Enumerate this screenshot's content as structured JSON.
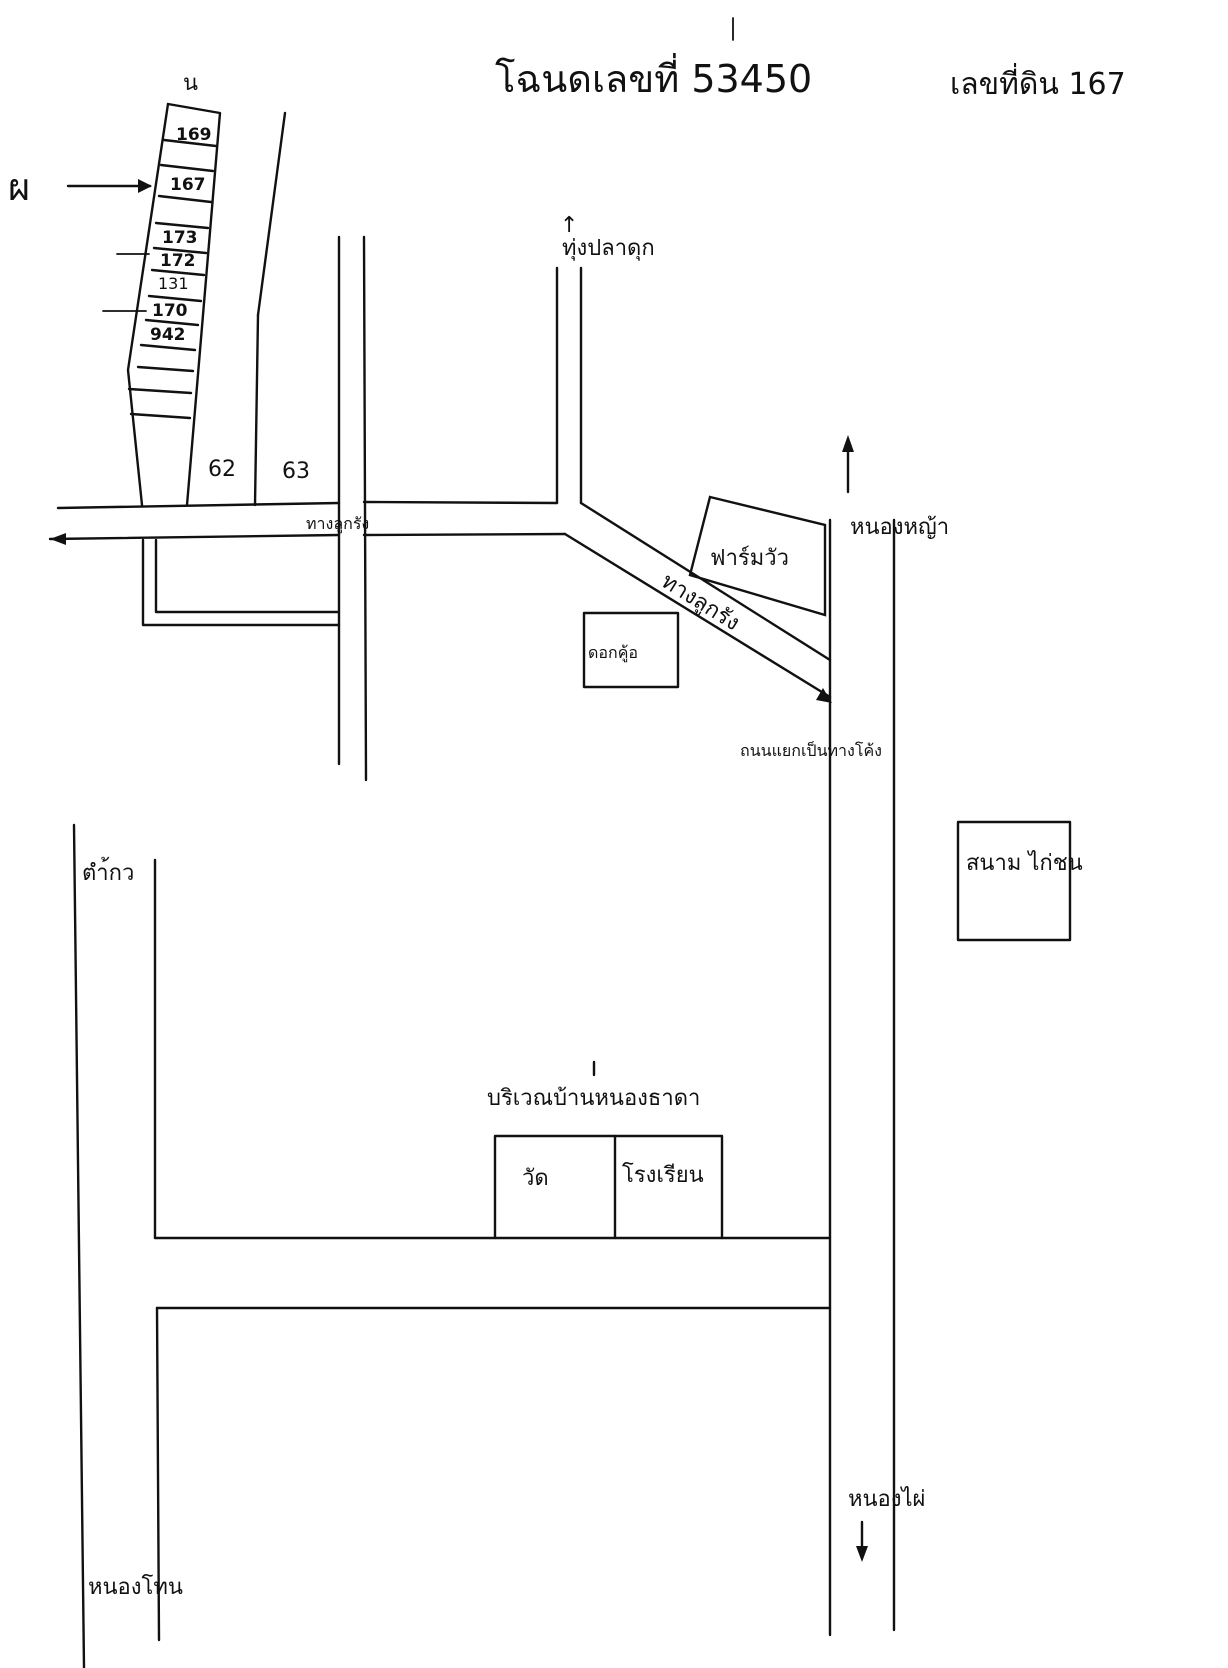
{
  "header": {
    "deed": "โฉนดเลขที่ 53450",
    "parcel": "เลขที่ดิน 167"
  },
  "north_marker": "น",
  "subject_marker": "ผ",
  "lots": [
    "169",
    "167",
    "173",
    "172",
    "131",
    "170",
    "942"
  ],
  "plot_numbers": [
    "62",
    "63"
  ],
  "roads": {
    "road_upper": "ทางลูกรัง",
    "road_diagonal": "ทางลูกรัง",
    "to_thung_pla": "ทุ่งปลาดุก",
    "to_nong_ya": "หนองหญ้า",
    "to_nong_khai": "หนองไผ่",
    "to_tam": "ตำ้กว",
    "to_nong_bua": "หนองโทน",
    "curve_note": "ถนนแยกเป็นทางโค้ง"
  },
  "landmarks": {
    "farm": "ฟาร์มวัว",
    "house": "ดอกคู้อ",
    "cockfight": "สนาม ไก่ชน",
    "village": "บริเวณบ้านหนองธาดา",
    "temple": "วัด",
    "school": "โรงเรียน"
  }
}
